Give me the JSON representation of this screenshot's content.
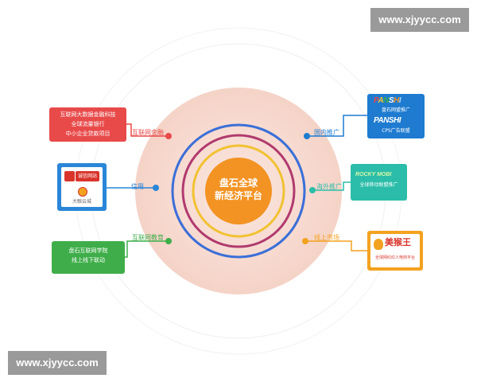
{
  "watermarks": {
    "top": "www.xjyycc.com",
    "bottom": "www.xjyycc.com"
  },
  "center": {
    "line1": "盘石全球",
    "line2": "新经济平台"
  },
  "branches": {
    "top_left": "互联网金融",
    "middle_left": "信用",
    "bottom_left": "互联网教育",
    "top_right": "国内推广",
    "middle_right": "海外推广",
    "bottom_right": "线上市场"
  },
  "boxes": {
    "finance": [
      "互联网大数据金融科技",
      "全球流量银行",
      "中小企业贷款项目"
    ],
    "credit": {
      "card_text": "诚信网站",
      "caption": "大眼云城"
    },
    "education": [
      "盘石互联网学院",
      "线上线下联动"
    ],
    "domestic": {
      "logo": "PANSHI",
      "line1": "盘石网盟推广",
      "line2": "CPS广告联盟"
    },
    "overseas": {
      "logo": "ROCKY MOBI",
      "line1": "全球移动联盟推广"
    },
    "market": {
      "title": "美猴王",
      "subtitle": "全球网红红人电商平台"
    }
  },
  "colors": {
    "red": "#e84a4a",
    "green": "#3fae4a",
    "blue": "#2a86d8",
    "teal": "#2bbda9",
    "orange": "#f3a21f",
    "center": "#f39323",
    "ring_blue": "#3b6fd8",
    "ring_purple": "#b03a6e",
    "ring_yellow": "#f1c232",
    "halo": "#f7d9cf"
  }
}
